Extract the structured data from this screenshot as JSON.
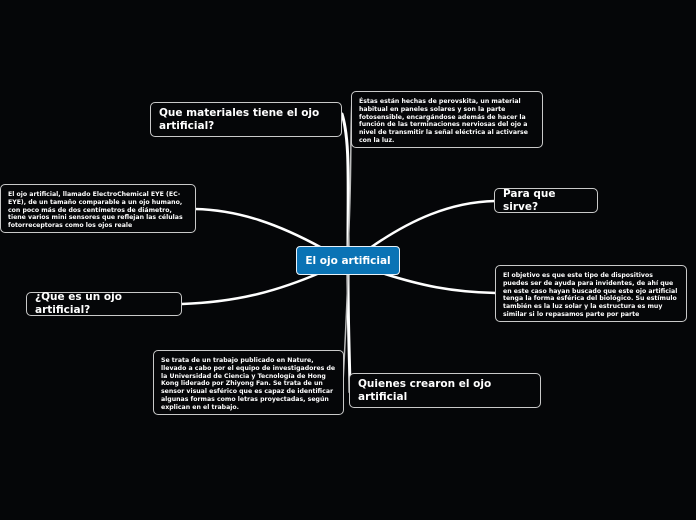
{
  "central": {
    "label": "El ojo artificial",
    "color": "#0a73b5"
  },
  "topics": [
    {
      "id": "materiales",
      "label": "Que materiales tiene el ojo artificial?"
    },
    {
      "id": "para-que",
      "label": "Para que sirve?"
    },
    {
      "id": "que-es",
      "label": "¿Que es un ojo artificial?"
    },
    {
      "id": "quienes",
      "label": "Quienes crearon el ojo artificial"
    }
  ],
  "notes": [
    {
      "id": "materiales-note",
      "text": "Éstas están hechas de perovskita, un material habitual en paneles solares y son la parte fotosensible, encargándose además de hacer la función de las terminaciones nerviosas del ojo a nivel de transmitir la señal eléctrica al activarse con la luz."
    },
    {
      "id": "que-es-note",
      "text": "El ojo artificial, llamado ElectroChemical EYE (EC-EYE), de un tamaño comparable a un ojo humano, con poco más de dos centímetros de diámetro, tiene varios mini sensores que reflejan las células fotorreceptoras como los ojos reale"
    },
    {
      "id": "para-que-note",
      "text": "El objetivo es que este tipo de dispositivos puedes ser de ayuda para invidentes, de ahí que en este caso hayan buscado que este ojo artificial tenga la forma esférica del biológico. Su estímulo también es la luz solar y la estructura es muy similar si lo repasamos parte por parte"
    },
    {
      "id": "quienes-note",
      "text": "Se trata de un trabajo publicado en Nature, llevado a cabo por el equipo de investigadores de la Universidad de Ciencia y Tecnología de Hong Kong liderado por Zhiyong Fan. Se trata de un sensor visual esférico que es capaz de identificar algunas formas como letras proyectadas, según explican en el trabajo."
    }
  ],
  "colors": {
    "background": "#050608",
    "link": "#ffffff",
    "border": "#c9c9c9"
  }
}
